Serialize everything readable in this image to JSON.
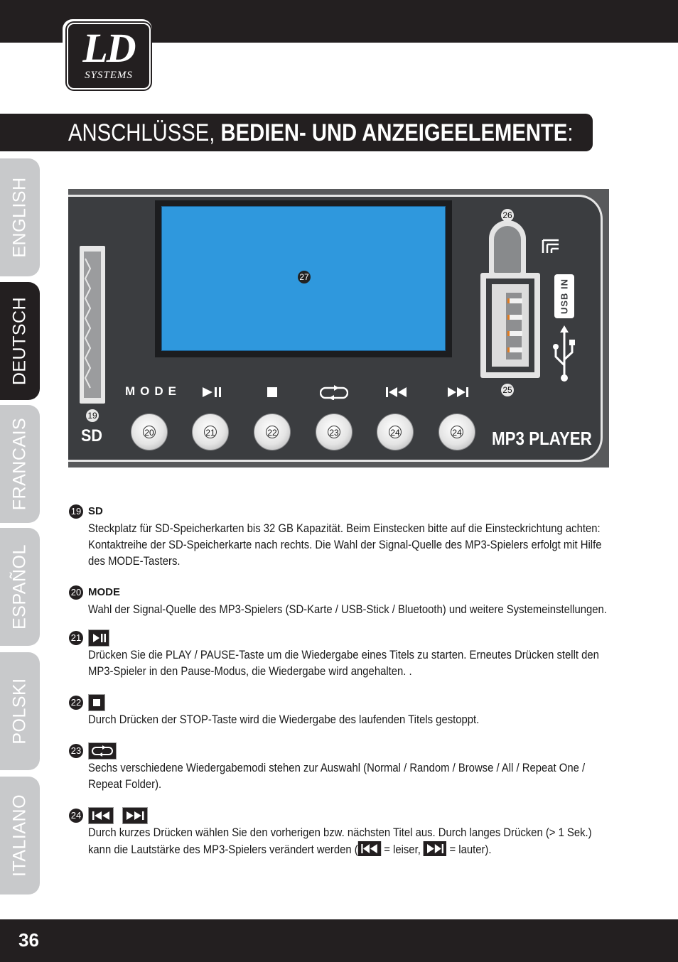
{
  "brand": {
    "logo_main": "LD",
    "logo_sub": "SYSTEMS"
  },
  "header": {
    "title_light": "ANSCHLÜSSE, ",
    "title_bold": "BEDIEN- UND ANZEIGEELEMENTE",
    "title_end": ":"
  },
  "language_tabs": [
    {
      "label": "ENGLISH",
      "active": false
    },
    {
      "label": "DEUTSCH",
      "active": true
    },
    {
      "label": "FRANCAIS",
      "active": false
    },
    {
      "label": "ESPAÑOL",
      "active": false
    },
    {
      "label": "POLSKI",
      "active": false
    },
    {
      "label": "ITALIANO",
      "active": false
    }
  ],
  "panel": {
    "mode_label": "MODE",
    "sd_label": "SD",
    "mp3_label": "MP3 PLAYER",
    "usb_in_label": "USB IN",
    "callouts": {
      "sd_slot": "19",
      "display": "27",
      "usb_cap": "26",
      "usb_port": "25"
    },
    "buttons": [
      {
        "number": "20",
        "function": "mode"
      },
      {
        "number": "21",
        "function": "play-pause"
      },
      {
        "number": "22",
        "function": "stop"
      },
      {
        "number": "23",
        "function": "repeat"
      },
      {
        "number": "24",
        "function": "previous"
      },
      {
        "number": "24",
        "function": "next"
      }
    ]
  },
  "items": [
    {
      "number": "19",
      "heading": "SD",
      "text": "Steckplatz für SD-Speicherkarten bis 32 GB Kapazität. Beim Einstecken bitte auf die Einsteckrichtung achten: Kontaktreihe der SD-Speicherkarte nach rechts. Die Wahl der Signal-Quelle des MP3-Spielers erfolgt mit Hilfe des MODE-Tasters."
    },
    {
      "number": "20",
      "heading": "MODE",
      "text": "Wahl der Signal-Quelle des MP3-Spielers (SD-Karte / USB-Stick / Bluetooth) und weitere Systemeinstellungen."
    },
    {
      "number": "21",
      "heading": "",
      "text": "Drücken Sie die PLAY / PAUSE-Taste um die Wiedergabe eines Titels zu starten. Erneutes Drücken stellt den MP3-Spieler in den Pause-Modus, die Wiedergabe wird angehalten. ."
    },
    {
      "number": "22",
      "heading": "",
      "text": "Durch Drücken der STOP-Taste wird die Wiedergabe des laufenden Titels gestoppt."
    },
    {
      "number": "23",
      "heading": "",
      "text": "Sechs verschiedene Wiedergabemodi stehen zur Auswahl (Normal / Random / Browse / All / Repeat One / Repeat Folder)."
    },
    {
      "number": "24",
      "heading": "",
      "text_part1": "Durch kurzes Drücken wählen Sie den vorherigen bzw. nächsten Titel aus. Durch langes Drücken (> 1 Sek.) kann die Lautstärke des MP3-Spielers verändert werden (",
      "text_part2": " = leiser, ",
      "text_part3": " = lauter)."
    }
  ],
  "footer": {
    "page_number": "36"
  },
  "colors": {
    "dark": "#231f20",
    "panel": "#3b3d40",
    "lcd": "#2f98dd",
    "tab_inactive": "#c8c9cb"
  }
}
